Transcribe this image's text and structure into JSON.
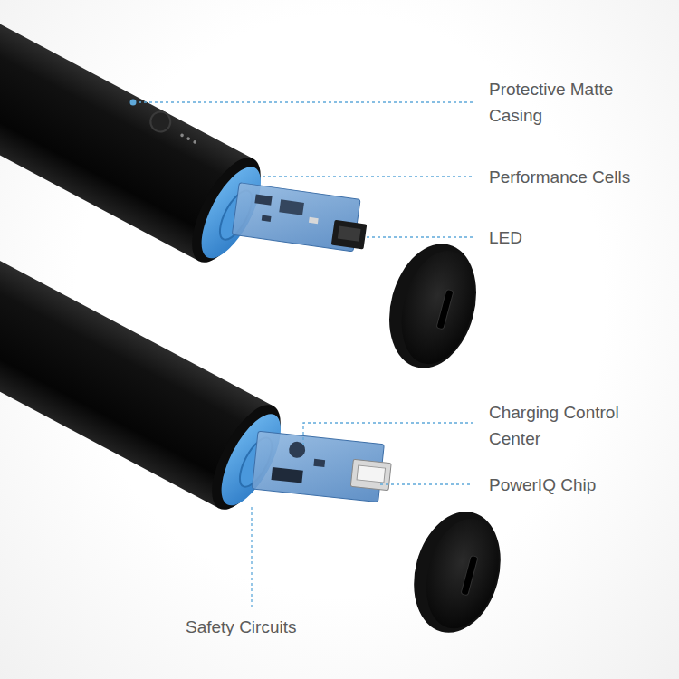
{
  "diagram": {
    "labels": [
      "Protective Matte Casing",
      "Performance Cells",
      "LED",
      "Charging Control Center",
      "PowerIQ Chip",
      "Safety Circuits"
    ]
  }
}
